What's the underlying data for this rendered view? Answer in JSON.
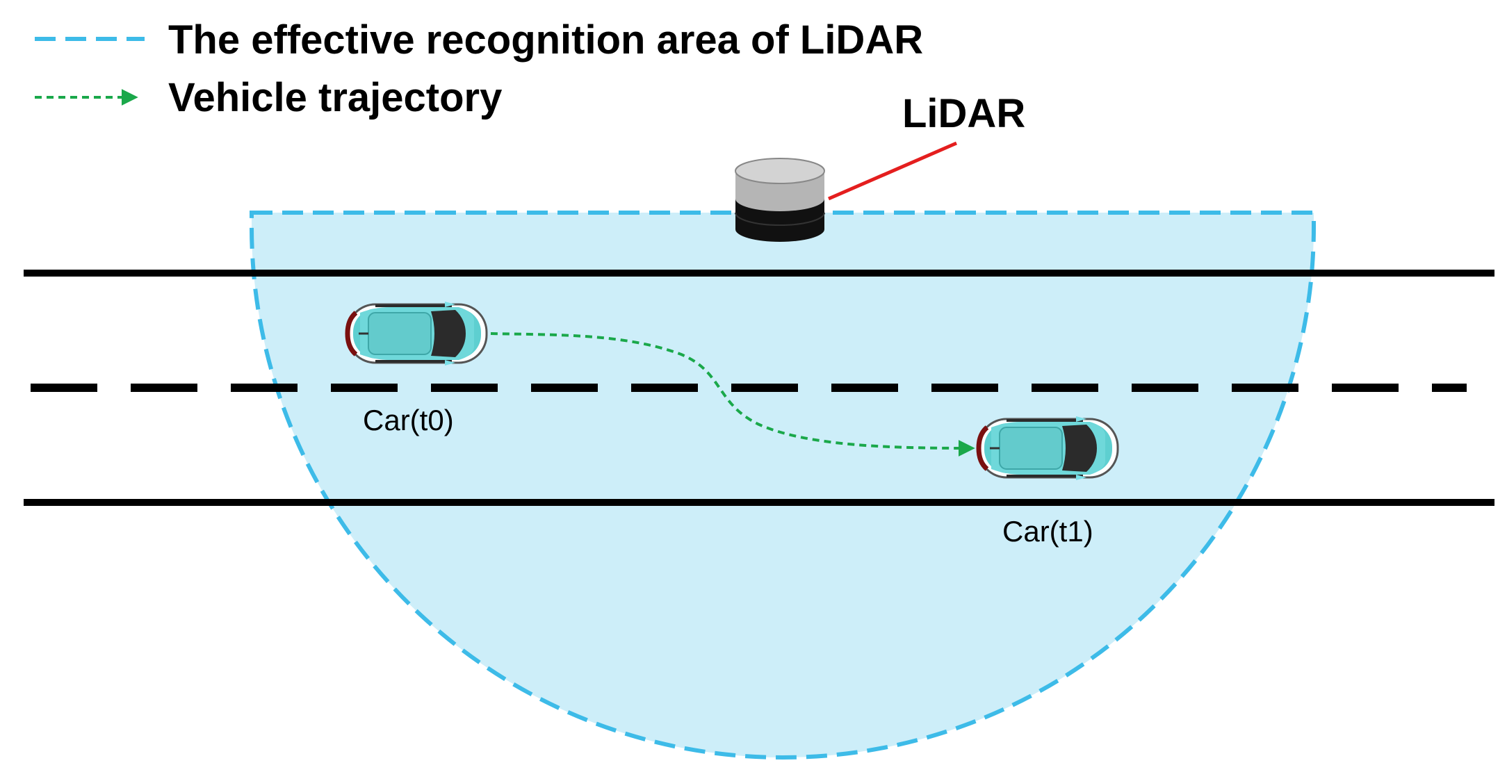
{
  "legend": {
    "area_label": "The effective recognition area of LiDAR",
    "trajectory_label": "Vehicle trajectory"
  },
  "lidar": {
    "label": "LiDAR"
  },
  "cars": {
    "t0": {
      "label": "Car(t0)"
    },
    "t1": {
      "label": "Car(t1)"
    }
  },
  "colors": {
    "area_fill": "#cdeef9",
    "area_border": "#3dbbe8",
    "trajectory": "#1aa84a",
    "lidar_pointer": "#e41e1e",
    "road_line": "#000000",
    "car_body": "#5ecfd0",
    "car_glass": "#2b2b2b"
  }
}
